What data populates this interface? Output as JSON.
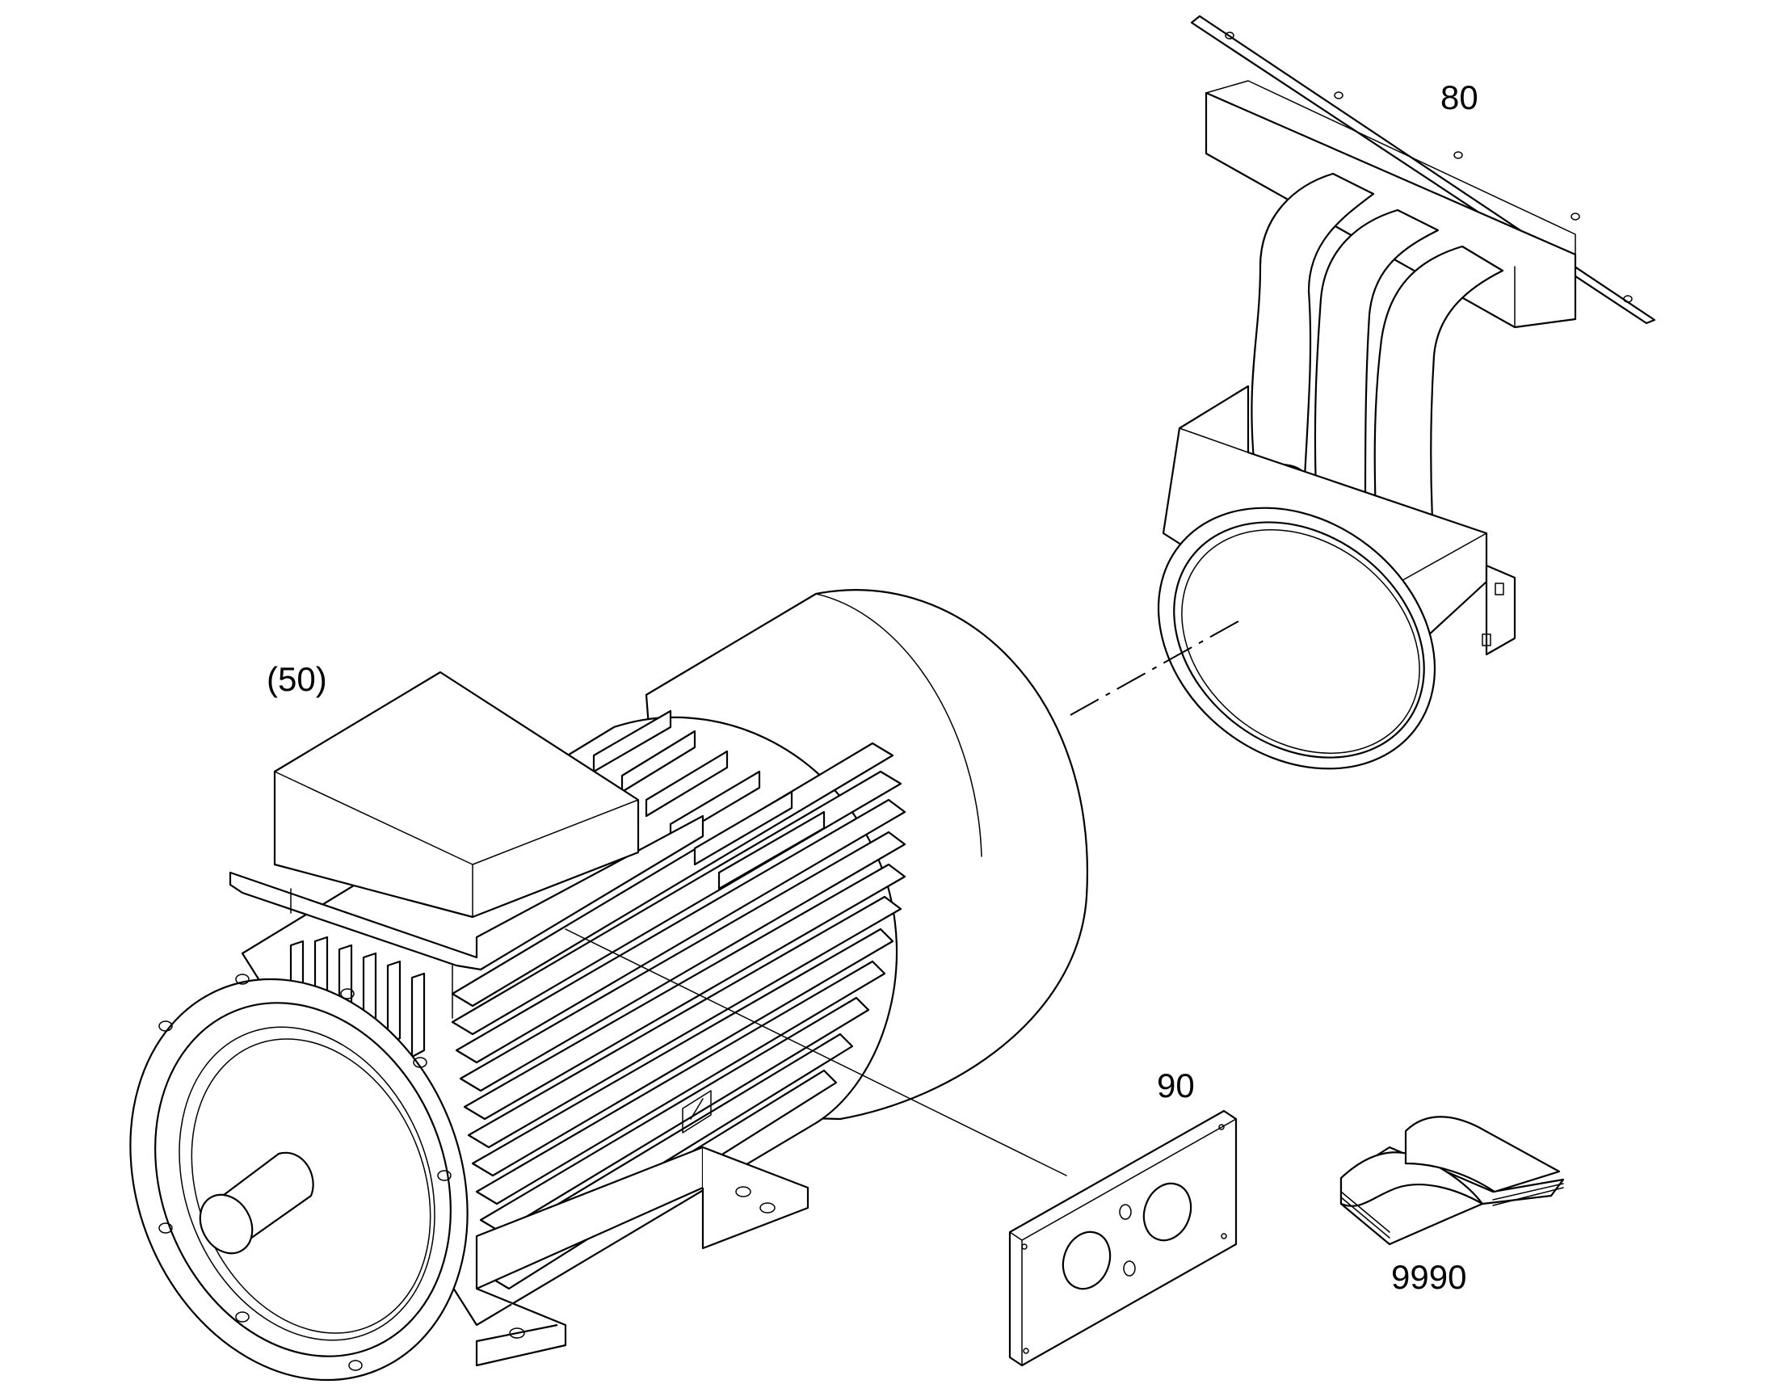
{
  "callouts": {
    "motor": "(50)",
    "cooling_hood": "80",
    "plate": "90",
    "manual": "9990"
  },
  "colors": {
    "ink": "#000000",
    "paper": "#ffffff"
  }
}
